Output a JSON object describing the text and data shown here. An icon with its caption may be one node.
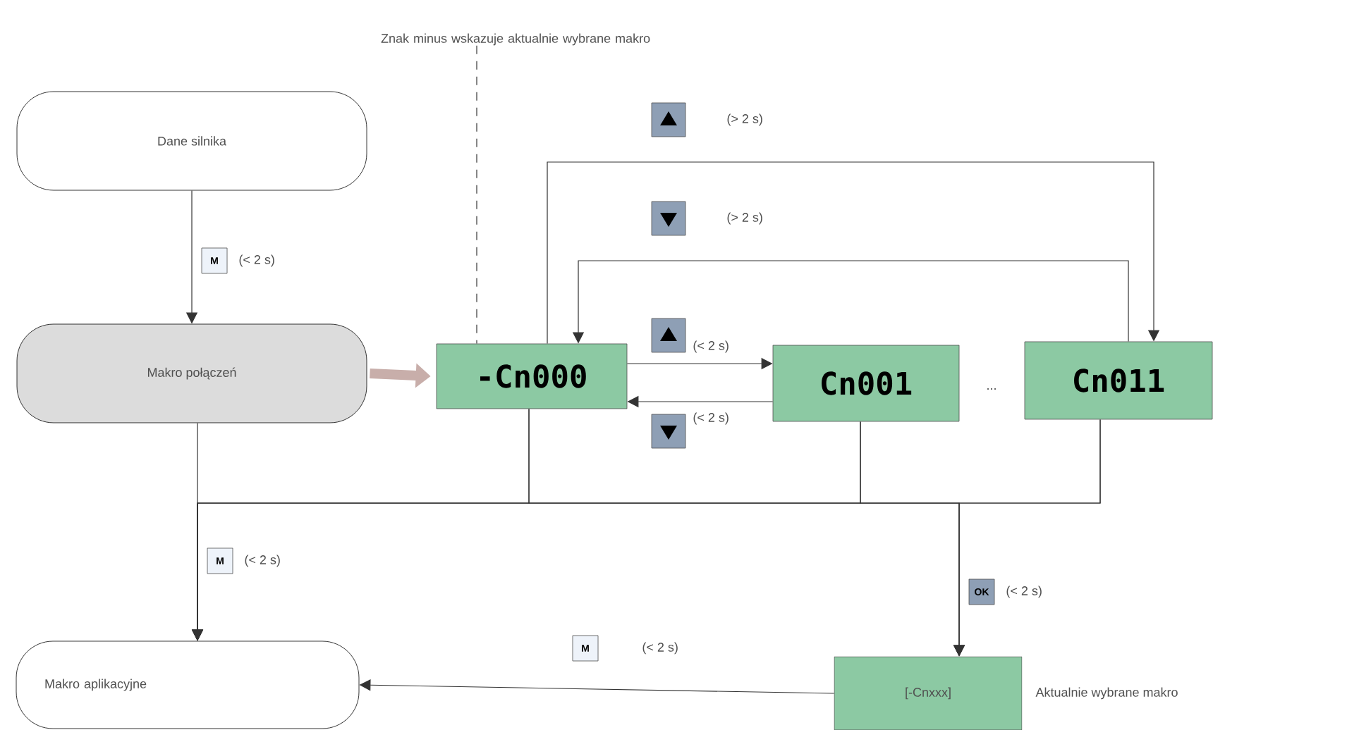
{
  "diagram": {
    "nodes": [
      {
        "text": [
          "Znak minus wskazuje aktualnie wybrane makro"
        ]
      },
      {
        "text": [
          "Dane silnika"
        ]
      },
      {
        "text": [
          "Makro połączeń"
        ]
      },
      {
        "text": [
          "-Cn000"
        ]
      },
      {
        "text": [
          "Cn001"
        ]
      },
      {
        "text": [
          "Cn011"
        ]
      },
      {
        "text": [
          "Makro aplikacyjne"
        ]
      },
      {
        "text": [
          "[-Cnxxx]"
        ],
        "beside": [
          "Aktualnie wybrane makro"
        ]
      }
    ],
    "edges": [
      {
        "from": 0,
        "to": 3,
        "arrow": "none",
        "style": "dashed"
      },
      {
        "from": 1,
        "to": 2,
        "arrow": "to",
        "label": "(< 2 s)"
      },
      {
        "from": 2,
        "to": 3,
        "arrow": "to",
        "style": "thick",
        "color": "#c8aeaa"
      },
      {
        "from": 3,
        "to": 4,
        "arrow": "to",
        "label": "(< 2 s)"
      },
      {
        "from": 4,
        "to": 3,
        "arrow": "to",
        "label": "(< 2 s)"
      },
      {
        "from": 3,
        "to": 5,
        "arrow": "to",
        "label": "(> 2 s)"
      },
      {
        "from": 5,
        "to": 3,
        "arrow": "to",
        "label": "(> 2 s)"
      },
      {
        "from": 2,
        "to": 6,
        "arrow": "to",
        "label": "(< 2 s)"
      },
      {
        "from": 3,
        "to": 6,
        "arrow": "to"
      },
      {
        "from": 4,
        "to": 6,
        "arrow": "to"
      },
      {
        "from": 5,
        "to": 6,
        "arrow": "to"
      },
      {
        "from": 3,
        "to": 7,
        "arrow": "to",
        "label": "(< 2 s)"
      },
      {
        "from": 4,
        "to": 7,
        "arrow": "to"
      },
      {
        "from": 5,
        "to": 7,
        "arrow": "to"
      },
      {
        "from": 7,
        "to": 6,
        "arrow": "to",
        "label": "(< 2 s)"
      }
    ],
    "labels": [
      "M",
      "...",
      "M",
      "OK",
      "M"
    ]
  }
}
